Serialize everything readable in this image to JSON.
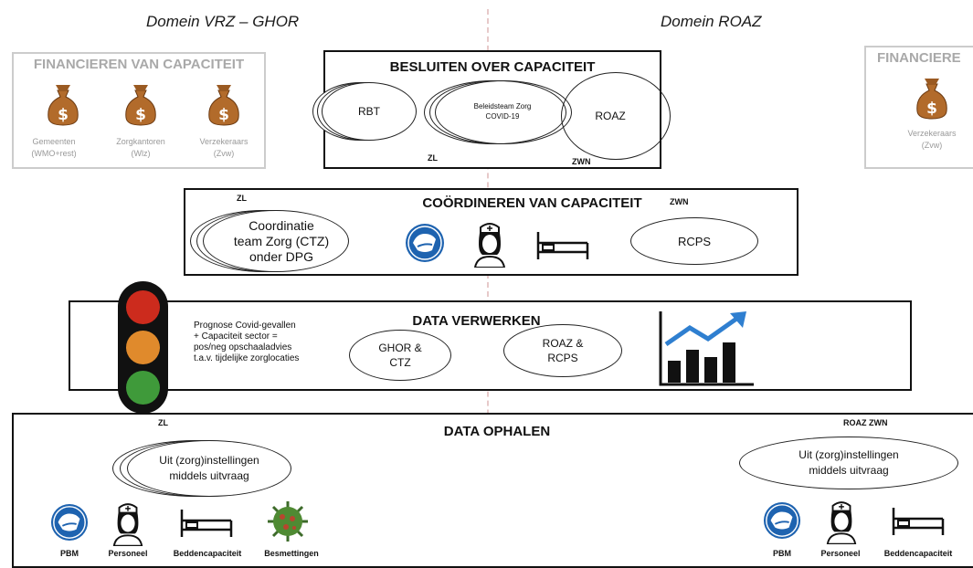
{
  "domains": {
    "left": "Domein VRZ – GHOR",
    "right": "Domein ROAZ"
  },
  "financieren": {
    "title_left": "FINANCIEREN VAN CAPACITEIT",
    "title_right": "FINANCIERE",
    "funders_left": [
      {
        "line1": "Gemeenten",
        "line2": "(WMO+rest)",
        "icon": "money-bag-icon"
      },
      {
        "line1": "Zorgkantoren",
        "line2": "(Wlz)",
        "icon": "money-bag-icon"
      },
      {
        "line1": "Verzekeraars",
        "line2": "(Zvw)",
        "icon": "money-bag-icon"
      }
    ],
    "funders_right": [
      {
        "line1": "Verzekeraars",
        "line2": "(Zvw)",
        "icon": "money-bag-icon"
      }
    ],
    "icon_color": "#b26b2b"
  },
  "besluiten": {
    "title": "BESLUITEN OVER CAPACITEIT",
    "rbt": "RBT",
    "beleidsteam_line1": "Beleidsteam Zorg",
    "beleidsteam_line2": "COVID-19",
    "roaz": "ROAZ",
    "zl": "ZL",
    "zwn": "ZWN"
  },
  "coordineren": {
    "title": "COÖRDINEREN VAN CAPACITEIT",
    "zl": "ZL",
    "zwn": "ZWN",
    "ctz_line1": "Coordinatie",
    "ctz_line2": "team Zorg (CTZ)",
    "ctz_line3": "onder DPG",
    "rcps": "RCPS",
    "icons": [
      "mask-icon",
      "nurse-icon",
      "bed-icon"
    ]
  },
  "verwerken": {
    "title": "DATA VERWERKEN",
    "note_line1": "Prognose Covid-gevallen",
    "note_line2": "+ Capaciteit sector =",
    "note_line3": "pos/neg opschaaladvies",
    "note_line4": "t.a.v. tijdelijke zorglocaties",
    "ghor_line1": "GHOR &",
    "ghor_line2": "CTZ",
    "roaz_line1": "ROAZ &",
    "roaz_line2": "RCPS",
    "traffic_colors": [
      "#cc2b1d",
      "#e08a2c",
      "#3f9a3a"
    ],
    "chart_arrow_color": "#2f7fd0"
  },
  "ophalen": {
    "title": "DATA OPHALEN",
    "zl": "ZL",
    "roaz_zwn": "ROAZ ZWN",
    "left_line1": "Uit (zorg)instellingen",
    "left_line2": "middels uitvraag",
    "right_line1": "Uit (zorg)instellingen",
    "right_line2": "middels uitvraag",
    "left_labels": [
      "PBM",
      "Personeel",
      "Beddencapaciteit",
      "Besmettingen"
    ],
    "right_labels": [
      "PBM",
      "Personeel",
      "Beddencapaciteit"
    ]
  }
}
